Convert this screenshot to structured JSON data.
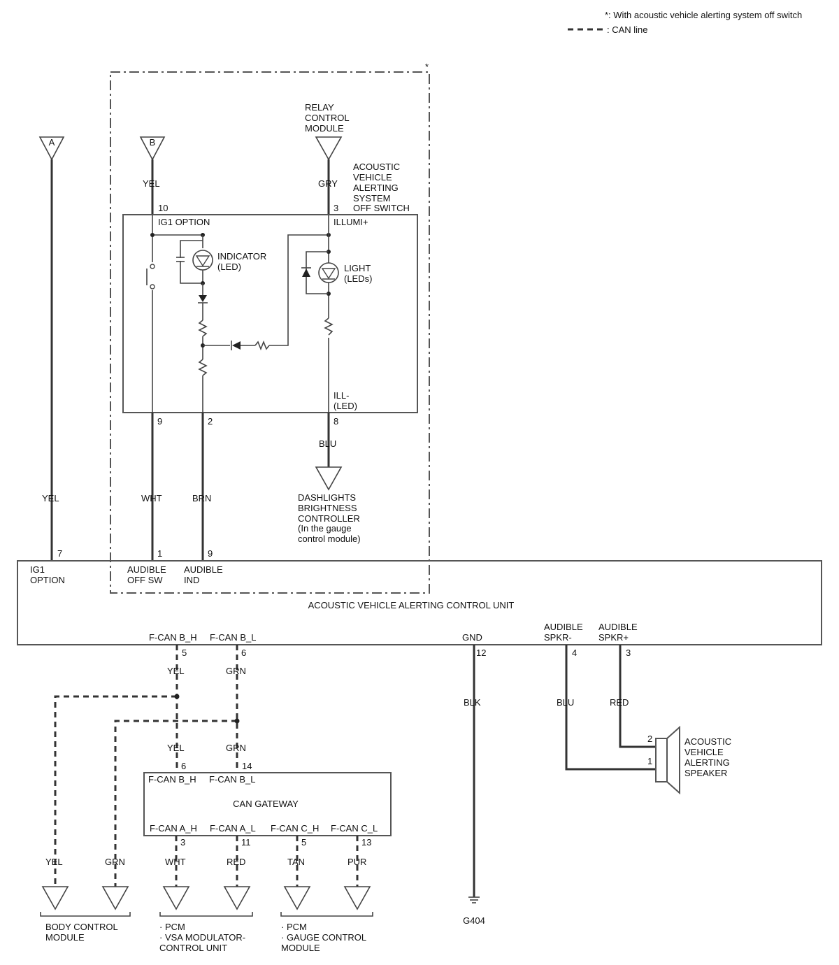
{
  "legend": {
    "asterisk_note": "*: With acoustic vehicle alerting system off switch",
    "can_line": ": CAN line",
    "asterisk": "*"
  },
  "connectors": {
    "a": "A",
    "b": "B"
  },
  "relay_module": [
    "RELAY",
    "CONTROL",
    "MODULE"
  ],
  "off_switch": {
    "name": [
      "ACOUSTIC",
      "VEHICLE",
      "ALERTING",
      "SYSTEM",
      "OFF SWITCH"
    ],
    "pins": {
      "ig1": "10",
      "illumi": "3",
      "out_left": "9",
      "out_mid": "2",
      "ill_minus": "8"
    },
    "labels": {
      "ig1": "IG1 OPTION",
      "illumi": "ILLUMI+",
      "indicator": [
        "INDICATOR",
        "(LED)"
      ],
      "light": [
        "LIGHT",
        "(LEDs)"
      ],
      "ill_minus": [
        "ILL-",
        "(LED)"
      ]
    }
  },
  "wires": {
    "yel_a": "YEL",
    "yel_b": "YEL",
    "gry": "GRY",
    "blu_dash": "BLU",
    "yel_main": "YEL",
    "wht": "WHT",
    "brn": "BRN"
  },
  "dashlights": [
    "DASHLIGHTS",
    "BRIGHTNESS",
    "CONTROLLER",
    "(In the gauge",
    "control module)"
  ],
  "control_unit": {
    "name": "ACOUSTIC VEHICLE ALERTING CONTROL UNIT",
    "top_pins": {
      "ig1": "7",
      "off_sw": "1",
      "ind": "9"
    },
    "top_labels": {
      "ig1": [
        "IG1",
        "OPTION"
      ],
      "off_sw": [
        "AUDIBLE",
        "OFF SW"
      ],
      "ind": [
        "AUDIBLE",
        "IND"
      ]
    },
    "bottom_labels": {
      "can_bh": "F-CAN B_H",
      "can_bl": "F-CAN B_L",
      "gnd": "GND",
      "spkr_minus": [
        "AUDIBLE",
        "SPKR-"
      ],
      "spkr_plus": [
        "AUDIBLE",
        "SPKR+"
      ]
    },
    "bottom_pins": {
      "can_bh": "5",
      "can_bl": "6",
      "gnd": "12",
      "spkr_minus": "4",
      "spkr_plus": "3"
    }
  },
  "lower_wires": {
    "yel_5": "YEL",
    "grn_6": "GRN",
    "yel_gw": "YEL",
    "grn_gw": "GRN",
    "blk": "BLK",
    "blu": "BLU",
    "red": "RED"
  },
  "speaker": {
    "name": [
      "ACOUSTIC",
      "VEHICLE",
      "ALERTING",
      "SPEAKER"
    ],
    "pin2": "2",
    "pin1": "1"
  },
  "gateway": {
    "name": "CAN GATEWAY",
    "top_pins": {
      "bh": "6",
      "bl": "14"
    },
    "top_labels": {
      "bh": "F-CAN B_H",
      "bl": "F-CAN B_L"
    },
    "bottom_labels": {
      "ah": "F-CAN A_H",
      "al": "F-CAN A_L",
      "ch": "F-CAN C_H",
      "cl": "F-CAN C_L"
    },
    "bottom_pins": {
      "ah": "3",
      "al": "11",
      "ch": "5",
      "cl": "13"
    }
  },
  "bottom_wires": {
    "yel": "YEL",
    "grn": "GRN",
    "wht": "WHT",
    "red": "RED",
    "tan": "TAN",
    "pur": "PUR"
  },
  "destinations": {
    "body_control": [
      "BODY CONTROL",
      "MODULE"
    ],
    "pcm_vsa": [
      "· PCM",
      "· VSA MODULATOR-",
      "CONTROL UNIT"
    ],
    "pcm_gauge": [
      "· PCM",
      "· GAUGE CONTROL",
      "MODULE"
    ],
    "ground": "G404"
  }
}
